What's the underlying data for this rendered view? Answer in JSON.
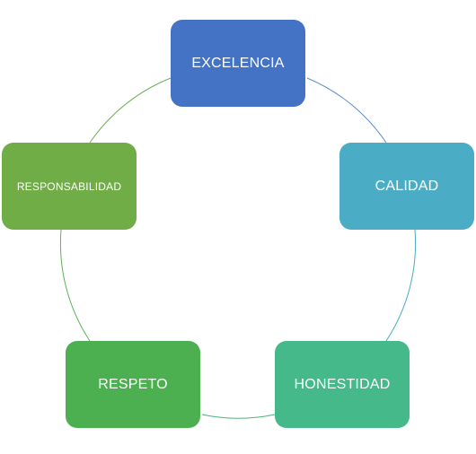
{
  "cycle": {
    "nodes": [
      {
        "label": "EXCELENCIA",
        "color": "#4472c4"
      },
      {
        "label": "CALIDAD",
        "color": "#4bacc6"
      },
      {
        "label": "HONESTIDAD",
        "color": "#45b98a"
      },
      {
        "label": "RESPETO",
        "color": "#4cb050"
      },
      {
        "label": "RESPONSABILIDAD",
        "color": "#70ad47"
      }
    ]
  }
}
